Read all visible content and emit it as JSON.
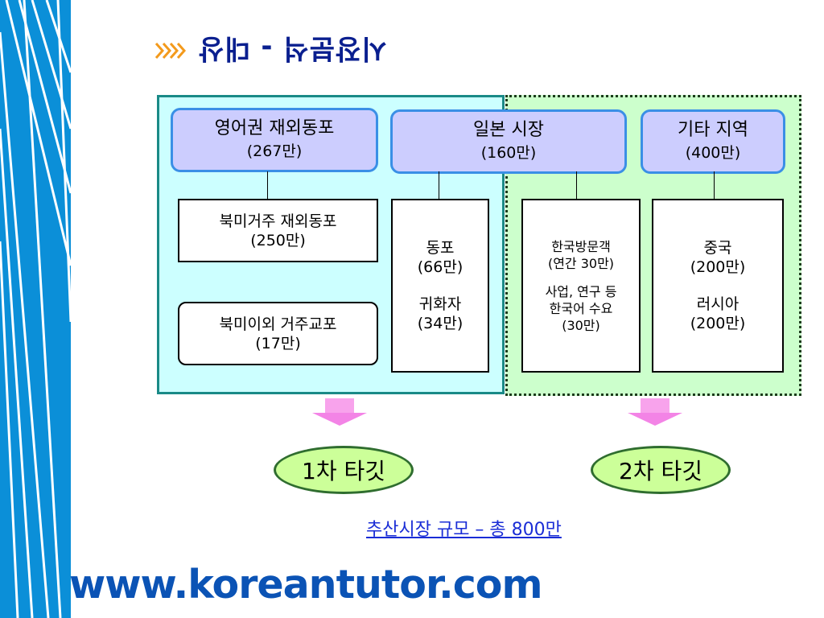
{
  "title": {
    "text": "시장분석 - 대상"
  },
  "groups": {
    "english": {
      "header": "영어권 재외동포",
      "count": "(267만)"
    },
    "japan": {
      "header": "일본 시장",
      "count": "(160만)"
    },
    "other": {
      "header": "기타 지역",
      "count": "(400만)"
    }
  },
  "boxes": {
    "north_america_korean": {
      "label": "북미거주 재외동포",
      "count": "(250만)"
    },
    "north_america_other": {
      "label": "북미이외 거주교포",
      "count": "(17만)"
    },
    "japan_detail": {
      "label1": "동포",
      "count1": "(66만)",
      "label2": "귀화자",
      "count2": "(34만)"
    },
    "visitors": {
      "label": "한국방문객",
      "count": "(연간 30만)",
      "demand1": "사업, 연구 등",
      "demand2": "한국어 수요",
      "demand_count": "(30만)"
    },
    "regions": {
      "label1": "중국",
      "count1": "(200만)",
      "label2": "러시아",
      "count2": "(200만)"
    }
  },
  "targets": {
    "first": "1차 타깃",
    "second": "2차 타깃"
  },
  "total_text": "추산시장 규모 – 총 800만",
  "footer_url": "www.koreantutor.com",
  "colors": {
    "stripe_blue": "#0b8fd8",
    "title_blue": "#0a1f8f",
    "header_fill": "#cccdfe",
    "header_border": "#3a8fe6",
    "left_panel_fill": "#ccffff",
    "right_panel_fill": "#ccffcc",
    "target_fill": "#ccff99",
    "arrow_pink": "#f384e6",
    "link_blue": "#1a2dd6"
  }
}
